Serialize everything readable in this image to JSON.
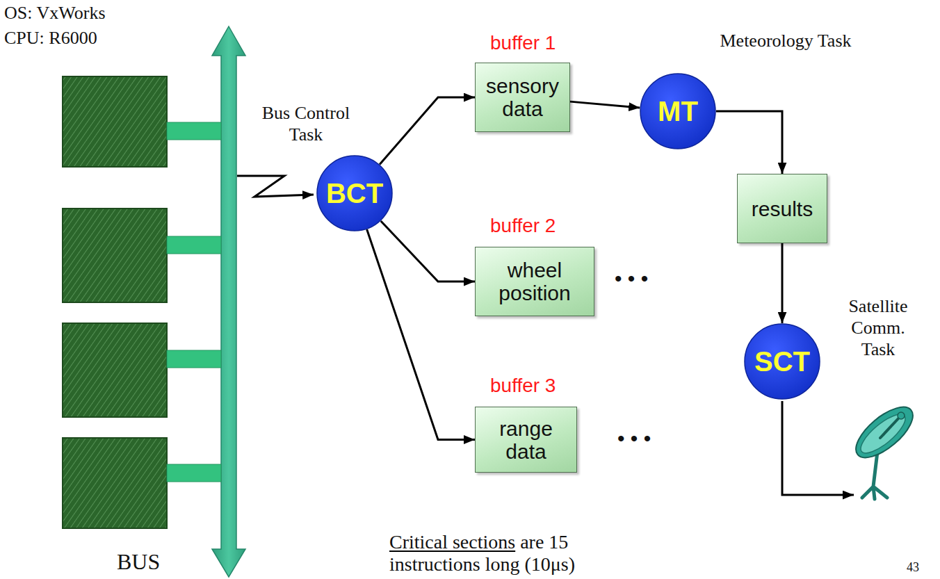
{
  "diagram": {
    "nodes": [
      {
        "text": [
          "Bus Control Task",
          "BCT"
        ]
      },
      {
        "text": [
          "buffer 1",
          "sensory data"
        ]
      },
      {
        "text": [
          "MT",
          "Meteorology Task"
        ]
      },
      {
        "text": [
          "results"
        ]
      },
      {
        "text": [
          "buffer 2",
          "wheel position"
        ]
      },
      {
        "text": [
          "SCT",
          "Satellite Comm. Task"
        ]
      },
      {
        "text": [
          "buffer 3",
          "range data"
        ]
      }
    ],
    "edges": [
      {
        "from": 0,
        "to": 1,
        "arrow": "to"
      },
      {
        "from": 0,
        "to": 4,
        "arrow": "to"
      },
      {
        "from": 0,
        "to": 6,
        "arrow": "to"
      },
      {
        "from": 1,
        "to": 2,
        "arrow": "to"
      },
      {
        "from": 2,
        "to": 3,
        "arrow": "to"
      },
      {
        "from": 3,
        "to": 5,
        "arrow": "to"
      }
    ],
    "labels": [
      "OS: VxWorks",
      "CPU: R6000",
      "BUS",
      "• • •",
      "• • •",
      "Critical sections are 15 instructions long (10μs)",
      "43"
    ]
  }
}
